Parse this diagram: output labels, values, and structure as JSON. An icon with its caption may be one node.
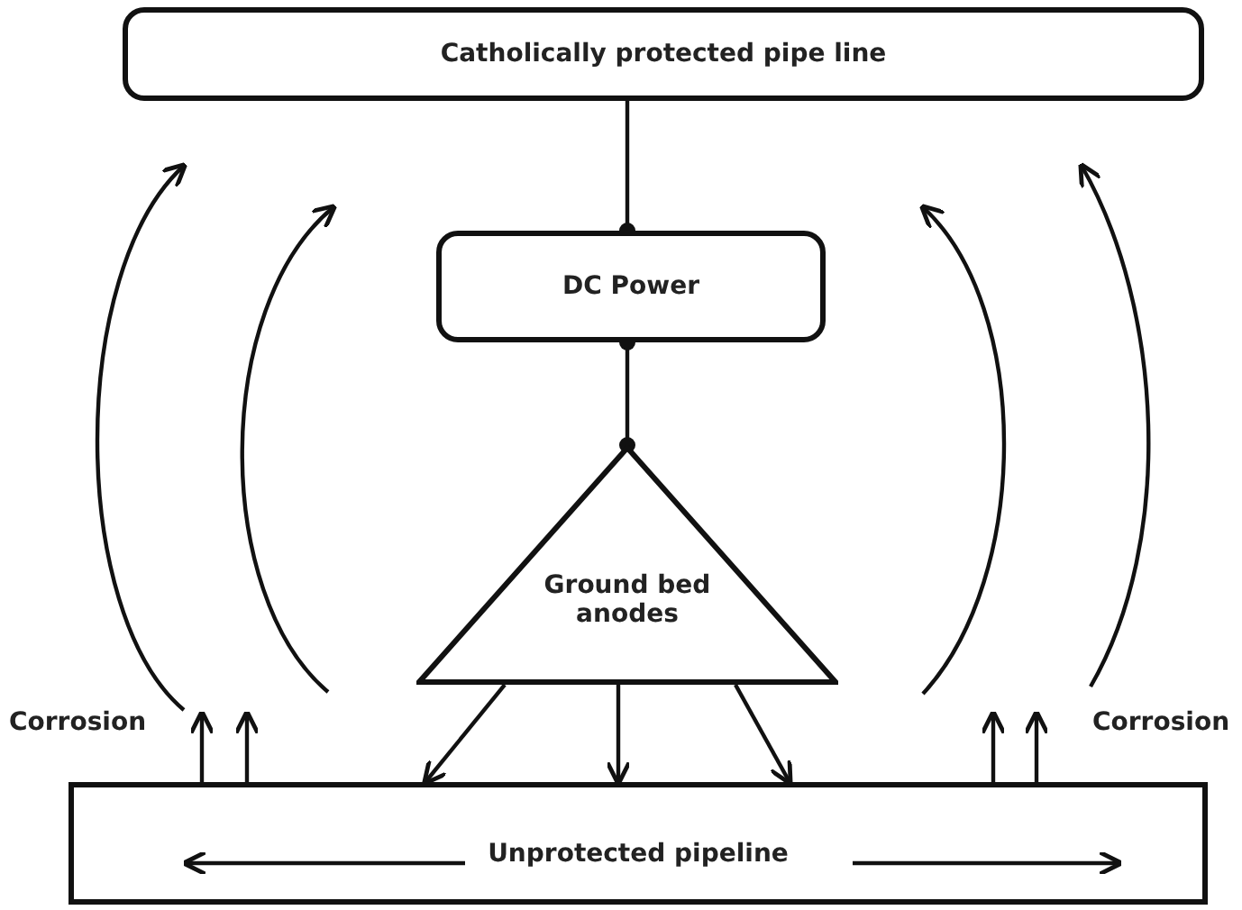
{
  "diagram": {
    "nodes": [
      {
        "text": [
          "Catholically protected pipe line"
        ]
      },
      {
        "text": [
          "DC Power"
        ]
      },
      {
        "text": [
          "Ground bed anodes"
        ]
      },
      {
        "text": [
          "Unprotected pipeline"
        ]
      }
    ],
    "edges": [
      {
        "from": 0,
        "to": 1,
        "arrow": "other"
      },
      {
        "from": 1,
        "to": 2,
        "arrow": "other"
      },
      {
        "from": 2,
        "to": 3,
        "arrow": "to"
      },
      {
        "from": 2,
        "to": 3,
        "arrow": "to"
      },
      {
        "from": 2,
        "to": 3,
        "arrow": "to"
      },
      {
        "from": 3,
        "to": null,
        "arrow": "to"
      },
      {
        "from": 3,
        "to": null,
        "arrow": "to"
      },
      {
        "from": 3,
        "to": null,
        "arrow": "to"
      },
      {
        "from": 3,
        "to": null,
        "arrow": "to"
      }
    ],
    "labels": [
      "Corrosion",
      "Corrosion"
    ]
  }
}
